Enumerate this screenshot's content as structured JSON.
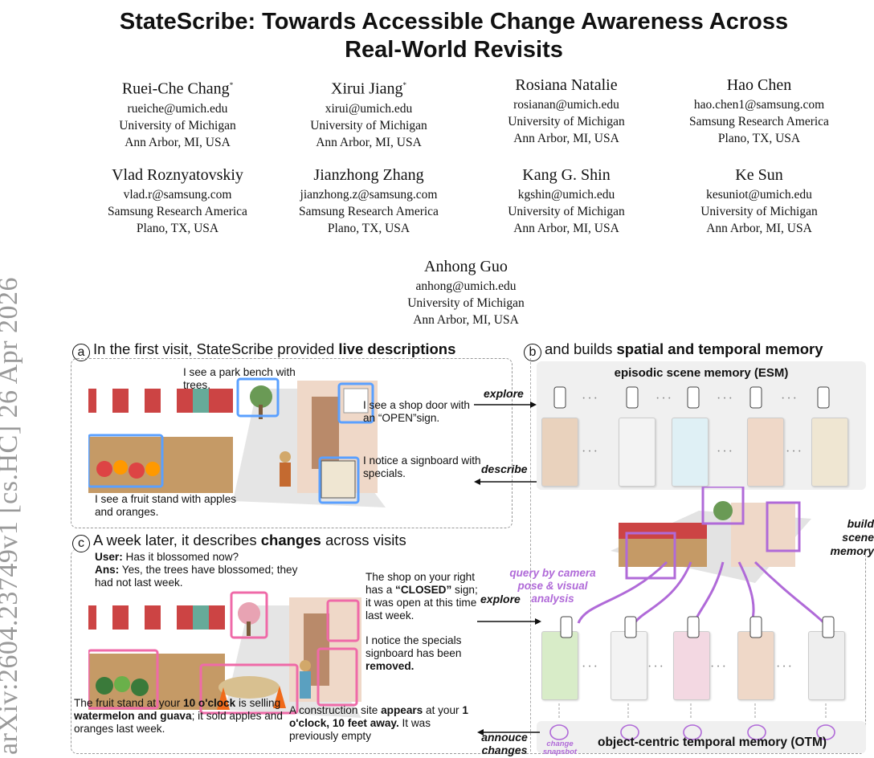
{
  "sidebar": {
    "arxiv_id": "arXiv:2604.23749v1  [cs.HC]  26 Apr 2026"
  },
  "paper": {
    "title": "StateScribe: Towards Accessible Change Awareness Across Real-World Revisits",
    "authors": [
      {
        "name": "Ruei-Che Chang",
        "mark": "*",
        "email": "rueiche@umich.edu",
        "affiliation": "University of Michigan",
        "location": "Ann Arbor, MI, USA"
      },
      {
        "name": "Xirui Jiang",
        "mark": "*",
        "email": "xirui@umich.edu",
        "affiliation": "University of Michigan",
        "location": "Ann Arbor, MI, USA"
      },
      {
        "name": "Rosiana Natalie",
        "mark": "",
        "email": "rosianan@umich.edu",
        "affiliation": "University of Michigan",
        "location": "Ann Arbor, MI, USA"
      },
      {
        "name": "Hao Chen",
        "mark": "",
        "email": "hao.chen1@samsung.com",
        "affiliation": "Samsung Research America",
        "location": "Plano, TX, USA"
      },
      {
        "name": "Vlad Roznyatovskiy",
        "mark": "",
        "email": "vlad.r@samsung.com",
        "affiliation": "Samsung Research America",
        "location": "Plano, TX, USA"
      },
      {
        "name": "Jianzhong Zhang",
        "mark": "",
        "email": "jianzhong.z@samsung.com",
        "affiliation": "Samsung Research America",
        "location": "Plano, TX, USA"
      },
      {
        "name": "Kang G. Shin",
        "mark": "",
        "email": "kgshin@umich.edu",
        "affiliation": "University of Michigan",
        "location": "Ann Arbor, MI, USA"
      },
      {
        "name": "Ke Sun",
        "mark": "",
        "email": "kesuniot@umich.edu",
        "affiliation": "University of Michigan",
        "location": "Ann Arbor, MI, USA"
      },
      {
        "name": "Anhong Guo",
        "mark": "",
        "email": "anhong@umich.edu",
        "affiliation": "University of Michigan",
        "location": "Ann Arbor, MI, USA"
      }
    ]
  },
  "figure": {
    "panel_a": {
      "letter": "a",
      "text_pre": "In the first visit, StateScribe provided ",
      "text_bold": "live descriptions",
      "annotations": {
        "bench": "I see a park bench with trees.",
        "door": "I see a shop door with an “OPEN”sign.",
        "signboard": "I notice a signboard with specials.",
        "fruit": "I see a fruit stand with apples and oranges."
      }
    },
    "panel_b": {
      "letter": "b",
      "text_pre": "and builds ",
      "text_bold": "spatial and temporal memory",
      "esm_title": "episodic scene memory (ESM)",
      "otm_title": "object-centric temporal memory (OTM)",
      "labels": {
        "explore_top": "explore",
        "describe": "describe",
        "build": "build scene memory",
        "query": "query by camera pose & visual analysis",
        "explore_bottom": "explore",
        "announce": "annouce changes",
        "snapshot": "change snapshot"
      },
      "dots": "···"
    },
    "panel_c": {
      "letter": "c",
      "text_pre": "A week later, it describes ",
      "text_bold": "changes",
      "text_post": " across visits",
      "user_label": "User:",
      "user_text": " Has it blossomed now?",
      "ans_label": "Ans:",
      "ans_text": " Yes, the trees have blossomed; they had not last week.",
      "shop_1": "The shop on your right has a ",
      "shop_bold": "“CLOSED”",
      "shop_2": " sign; it was open at this time last week.",
      "specials_1": "I notice the specials signboard has been ",
      "specials_bold": "removed.",
      "fruit_1": "The fruit stand at your ",
      "fruit_b1": "10 o'clock",
      "fruit_2": " is selling ",
      "fruit_b2": "watermelon and guava",
      "fruit_3": "; it sold apples and oranges last week.",
      "constr_1": "A construction site ",
      "constr_b1": "appears",
      "constr_2": " at your ",
      "constr_b2": "1 o'clock, 10 feet away.",
      "constr_3": " It was previously empty"
    },
    "colors": {
      "blue_box": "#5aa0ff",
      "pink_box": "#ef6aa8",
      "purple": "#b06ad8"
    }
  }
}
